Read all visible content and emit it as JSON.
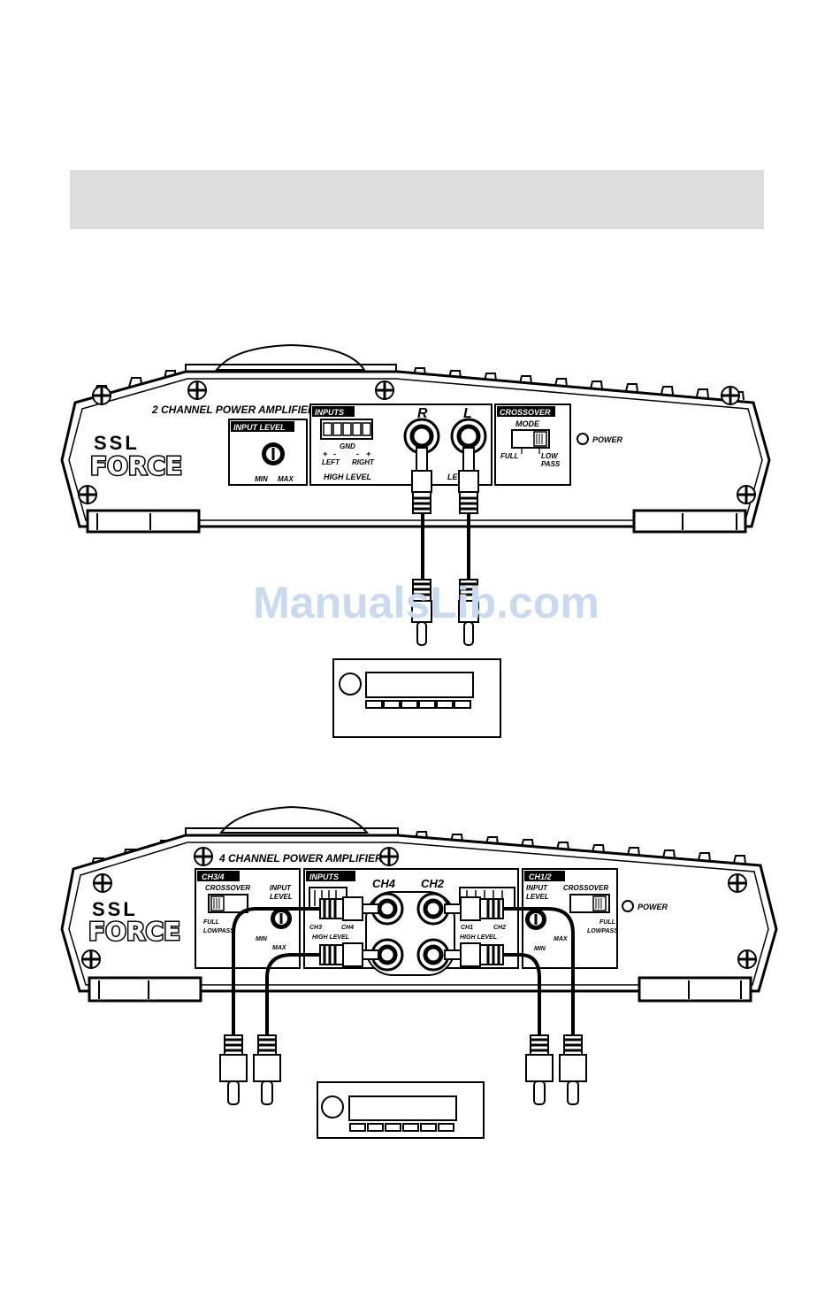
{
  "watermark": "ManualsLib.com",
  "amp2": {
    "title": "2 CHANNEL POWER AMPLIFIER",
    "brand_top": "SSL",
    "brand_bottom": "FORCE",
    "input_level": {
      "heading": "INPUT LEVEL",
      "min": "MIN",
      "max": "MAX"
    },
    "inputs": {
      "heading": "INPUTS",
      "gnd": "GND",
      "left": "LEFT",
      "right": "RIGHT",
      "plus": "+",
      "minus": "-",
      "high_level": "HIGH LEVEL"
    },
    "rca": {
      "right": "R",
      "left": "L",
      "low_level_partial": "LE"
    },
    "crossover": {
      "heading": "CROSSOVER",
      "mode": "MODE",
      "full": "FULL",
      "low": "LOW",
      "pass": "PASS"
    },
    "power": "POWER"
  },
  "amp4": {
    "title": "4 CHANNEL POWER AMPLIFIER",
    "brand_top": "SSL",
    "brand_bottom": "FORCE",
    "ch34": {
      "heading": "CH3/4",
      "crossover": "CROSSOVER",
      "input": "INPUT",
      "level": "LEVEL",
      "full": "FULL",
      "lowpass": "LOWPASS",
      "min": "MIN",
      "max": "MAX"
    },
    "inputs": {
      "heading": "INPUTS",
      "ch4": "CH4",
      "ch2": "CH2",
      "ch3": "CH3",
      "ch4_small": "CH4",
      "ch1": "CH1",
      "ch2_small": "CH2",
      "high_level": "HIGH LEVEL"
    },
    "ch12": {
      "heading": "CH1/2",
      "input": "INPUT",
      "level": "LEVEL",
      "crossover": "CROSSOVER",
      "full": "FULL",
      "lowpass": "LOWPASS",
      "min": "MIN",
      "max": "MAX"
    },
    "power": "POWER"
  }
}
